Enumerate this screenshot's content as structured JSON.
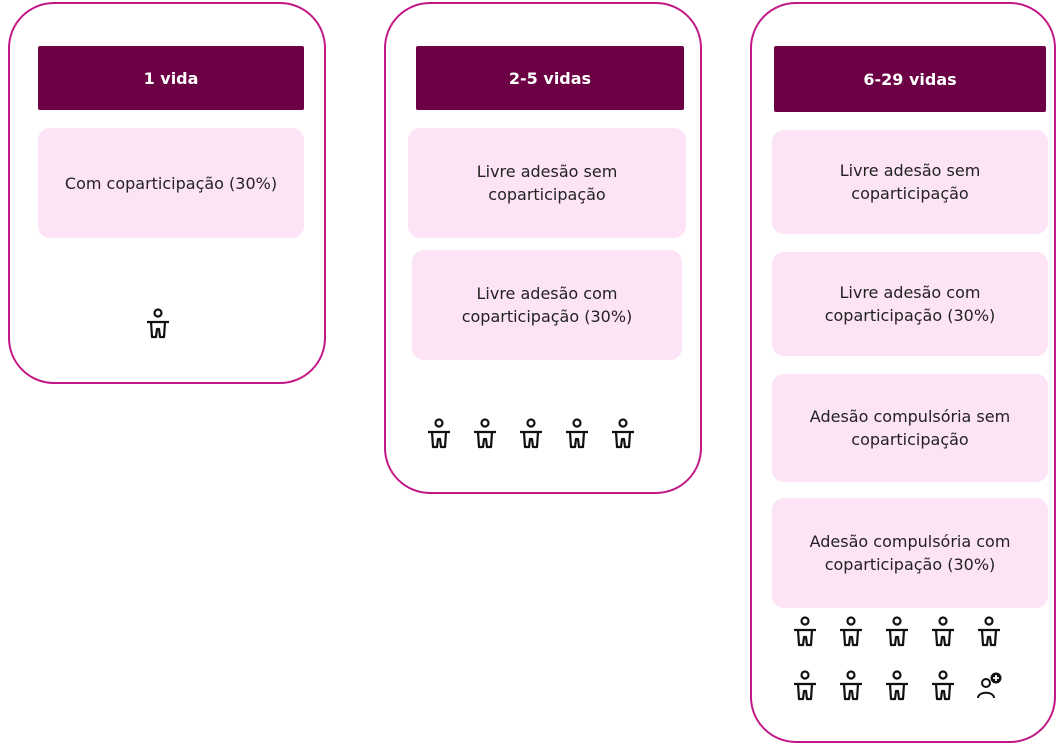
{
  "plans": [
    {
      "header": "1 vida",
      "options": [
        "Com coparticipação (30%)"
      ],
      "icons": [
        "person-icon"
      ]
    },
    {
      "header": "2-5 vidas",
      "options": [
        "Livre adesão sem coparticipação",
        "Livre adesão com coparticipação (30%)"
      ],
      "icons": [
        "person-icon",
        "person-icon",
        "person-icon",
        "person-icon",
        "person-icon"
      ]
    },
    {
      "header": "6-29 vidas",
      "options": [
        "Livre adesão sem coparticipação",
        "Livre adesão com coparticipação (30%)",
        "Adesão compulsória sem coparticipação",
        "Adesão compulsória com coparticipação (30%)"
      ],
      "icons": [
        "person-icon",
        "person-icon",
        "person-icon",
        "person-icon",
        "person-icon",
        "person-icon",
        "person-icon",
        "person-icon",
        "person-icon",
        "add-person-icon"
      ]
    }
  ],
  "colors": {
    "border": "#c21887",
    "header_bg": "#6b0044",
    "option_bg": "#fde3f6"
  }
}
